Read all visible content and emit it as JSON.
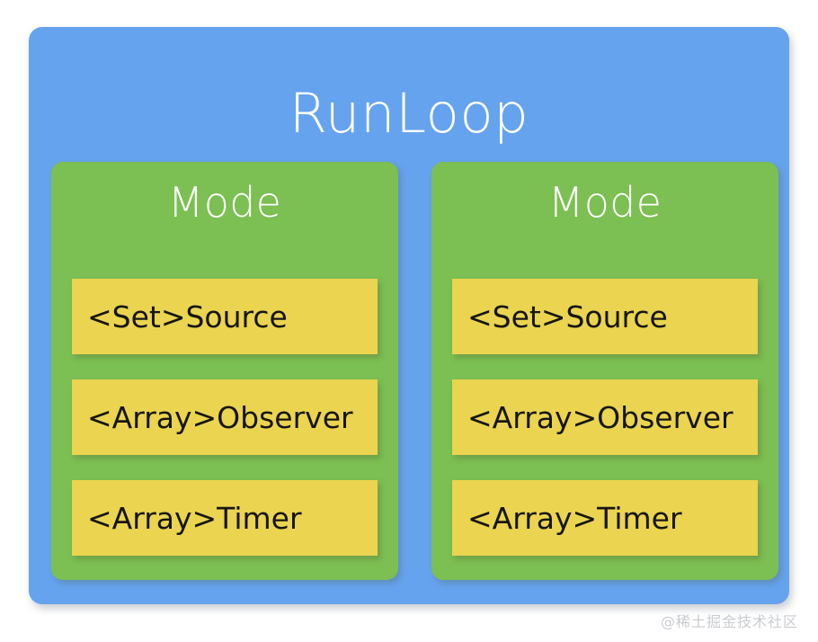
{
  "diagram": {
    "title": "RunLoop",
    "colors": {
      "outer": "#66a3ee",
      "mode": "#7cbf52",
      "item": "#ebd44f",
      "item_text": "#161616",
      "title_text": "#ffffff",
      "background": "#ffffff",
      "watermark_text": "#c9ccd1"
    },
    "modes": [
      {
        "label": "Mode",
        "items": [
          {
            "label": "<Set>Source"
          },
          {
            "label": "<Array>Observer"
          },
          {
            "label": "<Array>Timer"
          }
        ]
      },
      {
        "label": "Mode",
        "items": [
          {
            "label": "<Set>Source"
          },
          {
            "label": "<Array>Observer"
          },
          {
            "label": "<Array>Timer"
          }
        ]
      }
    ]
  },
  "watermark": {
    "text": "@稀土掘金技术社区"
  }
}
